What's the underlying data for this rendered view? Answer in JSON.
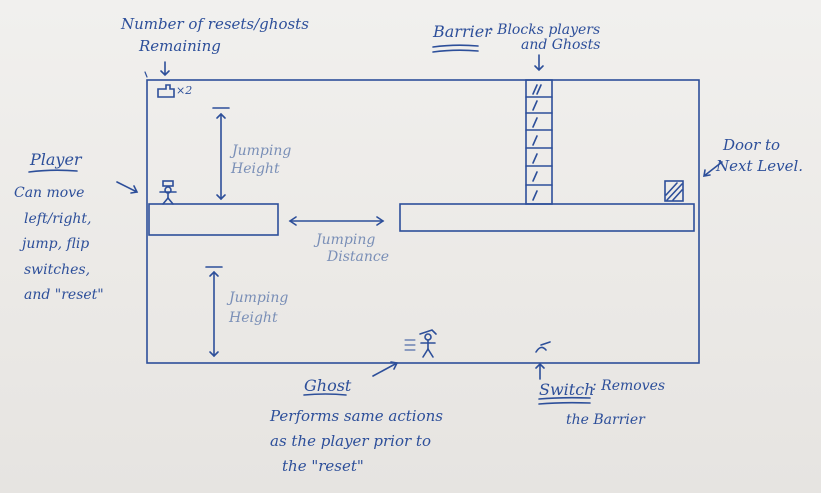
{
  "labels": {
    "resets_title_line1": "Number of resets/ghosts",
    "resets_title_line2": "Remaining",
    "resets_count": "×2",
    "barrier_title": "Barrier",
    "barrier_desc_line1": ": Blocks players",
    "barrier_desc_line2": "and Ghosts",
    "player_title": "Player",
    "player_desc": [
      "Can move",
      "left/right,",
      "jump, flip",
      "switches,",
      "and \"reset\""
    ],
    "jump_height_top": [
      "Jumping",
      "Height"
    ],
    "jump_distance": [
      "Jumping",
      "Distance"
    ],
    "jump_height_bottom": [
      "Jumping",
      "Height"
    ],
    "door_desc": [
      "Door to",
      "Next Level."
    ],
    "ghost_title": "Ghost",
    "ghost_desc": [
      "Performs same actions",
      "as the player prior to",
      "the \"reset\""
    ],
    "switch_title": "Switch",
    "switch_desc_line1": ": Removes",
    "switch_desc_line2": "the Barrier"
  },
  "icons": [
    "reset-counter-icon",
    "player-icon",
    "ghost-icon",
    "switch-icon",
    "door-icon",
    "barrier-icon"
  ],
  "colors": {
    "ink": "#2d4f9a",
    "paper": "#efeeec"
  }
}
